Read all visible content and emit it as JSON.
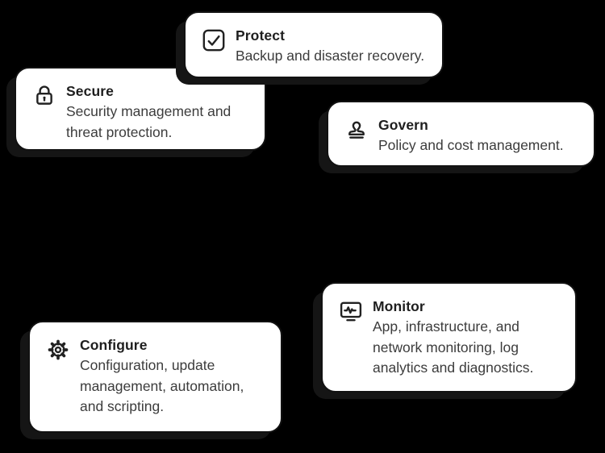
{
  "background_color": "#000000",
  "colors": {
    "card_background": "#ffffff",
    "card_border": "#121212",
    "card_shadow": "#151515",
    "title_text": "#1e1e1e",
    "description_text": "#3c3c3c",
    "icon_stroke": "#222222"
  },
  "cards": [
    {
      "id": "protect",
      "icon": "checkbox-check-icon",
      "title": "Protect",
      "desc_lines": [
        "Backup and disaster recovery."
      ]
    },
    {
      "id": "secure",
      "icon": "lock-icon",
      "title": "Secure",
      "desc_lines": [
        "Security management and",
        "threat protection."
      ]
    },
    {
      "id": "govern",
      "icon": "stamp-icon",
      "title": "Govern",
      "desc_lines": [
        "Policy and cost management."
      ]
    },
    {
      "id": "monitor",
      "icon": "monitor-pulse-icon",
      "title": "Monitor",
      "desc_lines": [
        "App, infrastructure, and",
        "network monitoring, log",
        "analytics and diagnostics."
      ]
    },
    {
      "id": "configure",
      "icon": "gear-icon",
      "title": "Configure",
      "desc_lines": [
        "Configuration, update",
        "management, automation,",
        "and scripting."
      ]
    }
  ]
}
